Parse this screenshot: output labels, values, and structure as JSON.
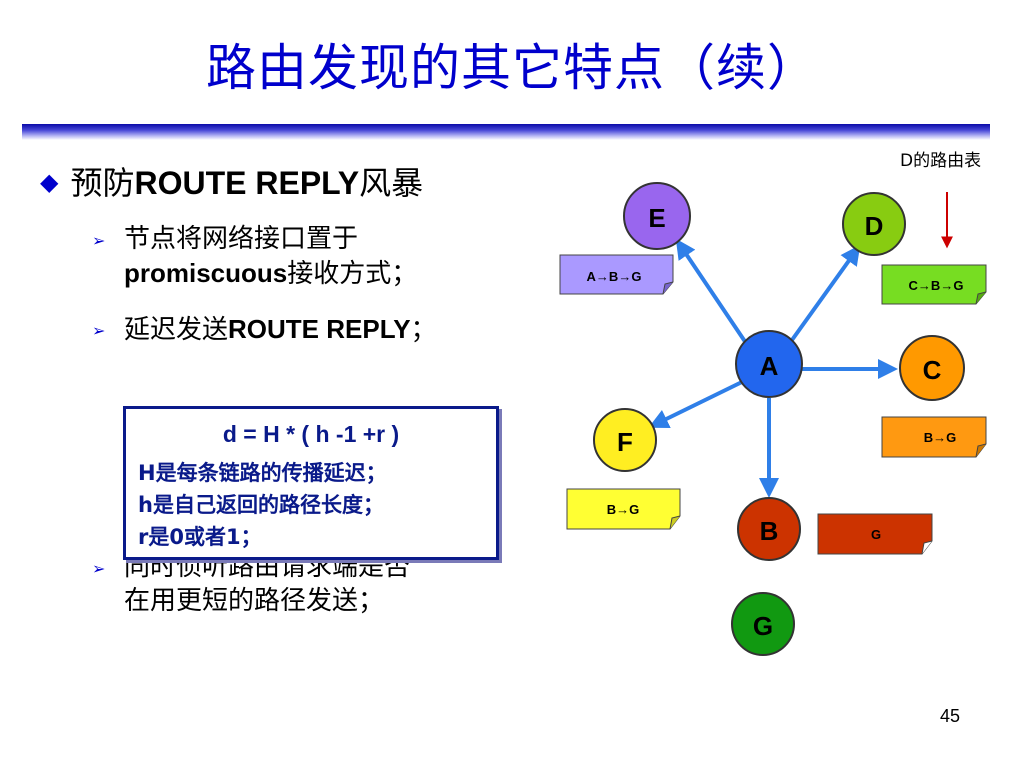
{
  "slide": {
    "title": "路由发现的其它特点（续）",
    "main_bullet": {
      "prefix": "预防",
      "bold": "ROUTE REPLY",
      "suffix": "风暴"
    },
    "sub_bullets": [
      {
        "line1": "节点将网络接口置于",
        "bold": "promiscuous",
        "suffix": "接收方式；"
      },
      {
        "prefix": "延迟发送",
        "bold": "ROUTE REPLY",
        "suffix": "；"
      },
      {
        "line1": "同时侦听路由请求端是否",
        "line2": "在用更短的路径发送；"
      }
    ],
    "formula": {
      "line1": "d = H * ( h -1 +r )",
      "line2": "H是每条链路的传播延迟；",
      "line3": "h是自己返回的路径长度；",
      "line4": "r是0或者1；"
    },
    "page_number": "45"
  },
  "diagram": {
    "routing_table_label": "D的路由表",
    "nodes": {
      "A": "A",
      "B": "B",
      "C": "C",
      "D": "D",
      "E": "E",
      "F": "F",
      "G": "G"
    },
    "tables": {
      "E": "A→B→G",
      "D": "C→B→G",
      "C": "B→G",
      "F": "B→G",
      "B": "G"
    },
    "colors": {
      "E": "#9966ee",
      "D": "#88cc11",
      "C": "#ff9900",
      "F": "#ffee22",
      "B": "#cc3300",
      "G": "#119911",
      "A": "#2266ee",
      "edge": "#2f7fe8",
      "table_E": "#aa99ff",
      "table_D": "#77dd22",
      "table_C": "#ff9911",
      "table_F": "#ffff33",
      "table_B": "#cc3300"
    }
  }
}
